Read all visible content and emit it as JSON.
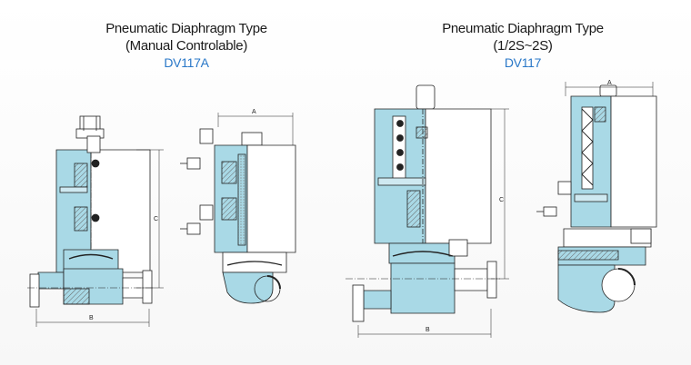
{
  "diagrams": [
    {
      "title_line1": "Pneumatic Diaphragm Type",
      "title_line2": "(Manual Controlable)",
      "model": "DV117A",
      "dim_a": "A",
      "dim_b": "B",
      "dim_c": "C"
    },
    {
      "title_line1": "Pneumatic Diaphragm Type",
      "title_line2": "(1/2S~2S)",
      "model": "DV117",
      "dim_a": "A",
      "dim_b": "B",
      "dim_c": "C"
    }
  ],
  "colors": {
    "title_text": "#1a1a1a",
    "model_text": "#2a78c8",
    "section_fill": "#a9d9e6",
    "outline": "#222222",
    "hatch": "#555555"
  }
}
